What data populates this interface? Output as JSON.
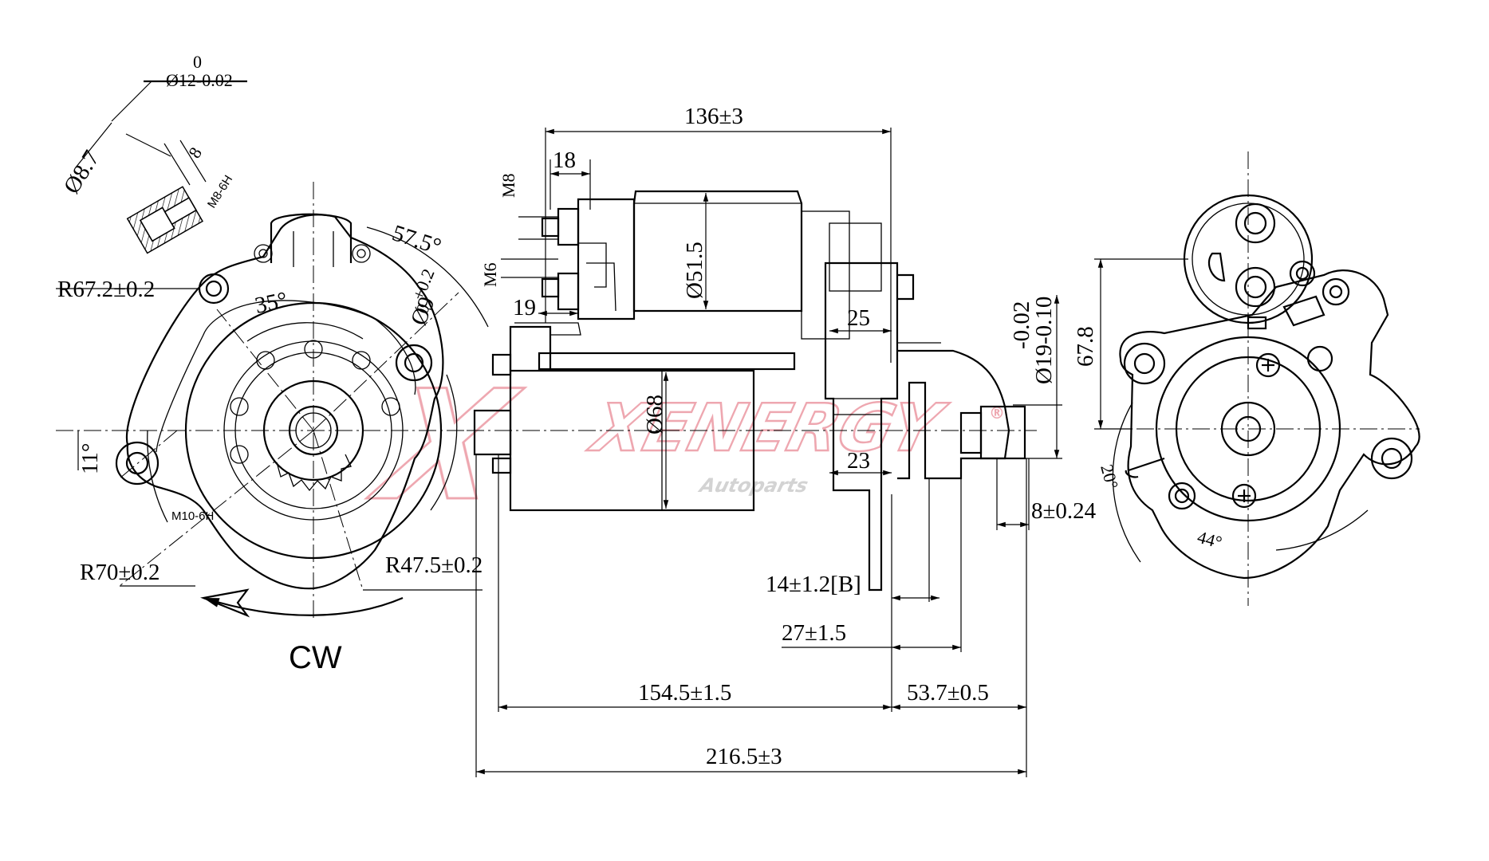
{
  "dimensions": {
    "shaft_dia_tol_top": "0",
    "shaft_dia": "Ø12-0.02",
    "screw_dia": "Ø8.7",
    "screw_len": "8",
    "thread_m8": "M8-6H",
    "angle_57": "57.5°",
    "radius_67": "R67.2±0.2",
    "angle_35": "35°",
    "hole_dia": "Ø9",
    "hole_dia_tol": "+0.2",
    "hole_dia_tol_low": "0",
    "angle_11": "11°",
    "thread_m10": "M10-6H",
    "radius_70": "R70±0.2",
    "radius_47": "R47.5±0.2",
    "rotation": "CW",
    "length_136": "136±3",
    "length_18": "18",
    "stud_m8": "M8",
    "stud_m6": "M6",
    "length_19": "19",
    "dia_51": "Ø51.5",
    "dia_68": "Ø68",
    "length_25": "25",
    "length_23": "23",
    "pilot_tol_top": "-0.02",
    "pilot_dia": "Ø19-0.10",
    "length_8": "8±0.24",
    "length_14": "14±1.2[B]",
    "length_27": "27±1.5",
    "length_154": "154.5±1.5",
    "length_53": "53.7±0.5",
    "length_216": "216.5±3",
    "height_67": "67.8",
    "angle_20": "20°",
    "angle_44": "44°"
  },
  "watermark": {
    "brand": "XENERGY",
    "sub": "Autoparts",
    "reg": "®",
    "color": "#e06070"
  }
}
